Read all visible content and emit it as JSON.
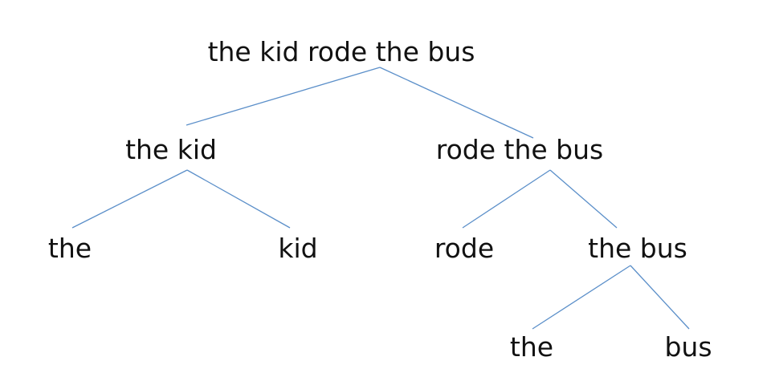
{
  "tree": {
    "nodes": {
      "root": "the kid rode the bus",
      "np_subject": "the kid",
      "vp": "rode the bus",
      "det_subject": "the",
      "noun_subject": "kid",
      "verb": "rode",
      "np_object": "the bus",
      "det_object": "the",
      "noun_object": "bus"
    },
    "edges": [
      [
        "root",
        "np_subject"
      ],
      [
        "root",
        "vp"
      ],
      [
        "np_subject",
        "det_subject"
      ],
      [
        "np_subject",
        "noun_subject"
      ],
      [
        "vp",
        "verb"
      ],
      [
        "vp",
        "np_object"
      ],
      [
        "np_object",
        "det_object"
      ],
      [
        "np_object",
        "noun_object"
      ]
    ],
    "colors": {
      "edge": "#5b8fc9",
      "text": "#111111"
    }
  }
}
